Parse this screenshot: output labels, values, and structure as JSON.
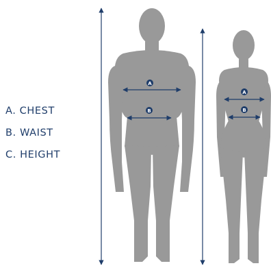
{
  "legend": {
    "items": [
      {
        "label": "A. CHEST"
      },
      {
        "label": "B. WAIST"
      },
      {
        "label": "C. HEIGHT"
      }
    ]
  },
  "badges": {
    "chest": "A",
    "waist": "B"
  },
  "colors": {
    "accent": "#1f3d6a",
    "silhouette": "#999999",
    "background": "#ffffff"
  }
}
